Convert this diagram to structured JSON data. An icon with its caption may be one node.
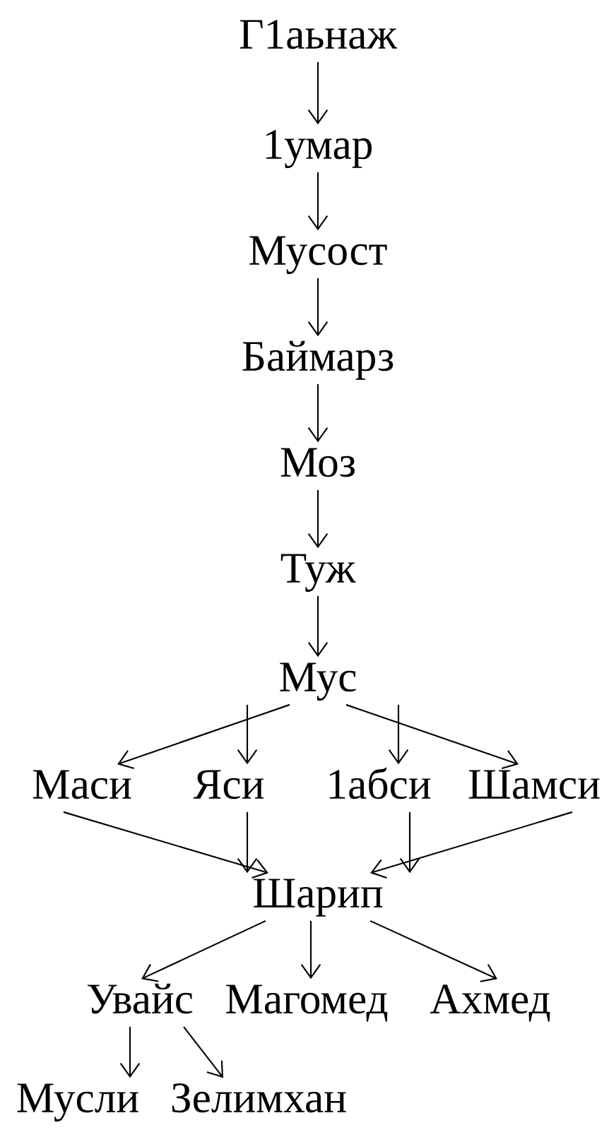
{
  "diagram": {
    "nodes": [
      {
        "text": [
          "Г1аьнаж"
        ]
      },
      {
        "text": [
          "1умар"
        ]
      },
      {
        "text": [
          "Мусост"
        ]
      },
      {
        "text": [
          "Баймарз"
        ]
      },
      {
        "text": [
          "Моз"
        ]
      },
      {
        "text": [
          "Туж"
        ]
      },
      {
        "text": [
          "Мус"
        ]
      },
      {
        "text": [
          "Маси"
        ]
      },
      {
        "text": [
          "Яси"
        ]
      },
      {
        "text": [
          "1абси"
        ]
      },
      {
        "text": [
          "Шамси"
        ]
      },
      {
        "text": [
          "Шарип"
        ]
      },
      {
        "text": [
          "Увайс"
        ]
      },
      {
        "text": [
          "Магомед"
        ]
      },
      {
        "text": [
          "Ахмед"
        ]
      },
      {
        "text": [
          "Мусли"
        ]
      },
      {
        "text": [
          "Зелимхан"
        ]
      }
    ],
    "edges": [
      {
        "from": 0,
        "to": 1,
        "arrow": "to"
      },
      {
        "from": 1,
        "to": 2,
        "arrow": "to"
      },
      {
        "from": 2,
        "to": 3,
        "arrow": "to"
      },
      {
        "from": 3,
        "to": 4,
        "arrow": "to"
      },
      {
        "from": 4,
        "to": 5,
        "arrow": "to"
      },
      {
        "from": 5,
        "to": 6,
        "arrow": "to"
      },
      {
        "from": 6,
        "to": 7,
        "arrow": "to"
      },
      {
        "from": 6,
        "to": 8,
        "arrow": "to"
      },
      {
        "from": 6,
        "to": 9,
        "arrow": "to"
      },
      {
        "from": 6,
        "to": 10,
        "arrow": "to"
      },
      {
        "from": 7,
        "to": 11,
        "arrow": "to"
      },
      {
        "from": 8,
        "to": 11,
        "arrow": "to"
      },
      {
        "from": 9,
        "to": 11,
        "arrow": "to"
      },
      {
        "from": 10,
        "to": 11,
        "arrow": "to"
      },
      {
        "from": 11,
        "to": 12,
        "arrow": "to"
      },
      {
        "from": 11,
        "to": 13,
        "arrow": "to"
      },
      {
        "from": 11,
        "to": 14,
        "arrow": "to"
      },
      {
        "from": 12,
        "to": 15,
        "arrow": "to"
      },
      {
        "from": 12,
        "to": 16,
        "arrow": "to"
      }
    ]
  }
}
